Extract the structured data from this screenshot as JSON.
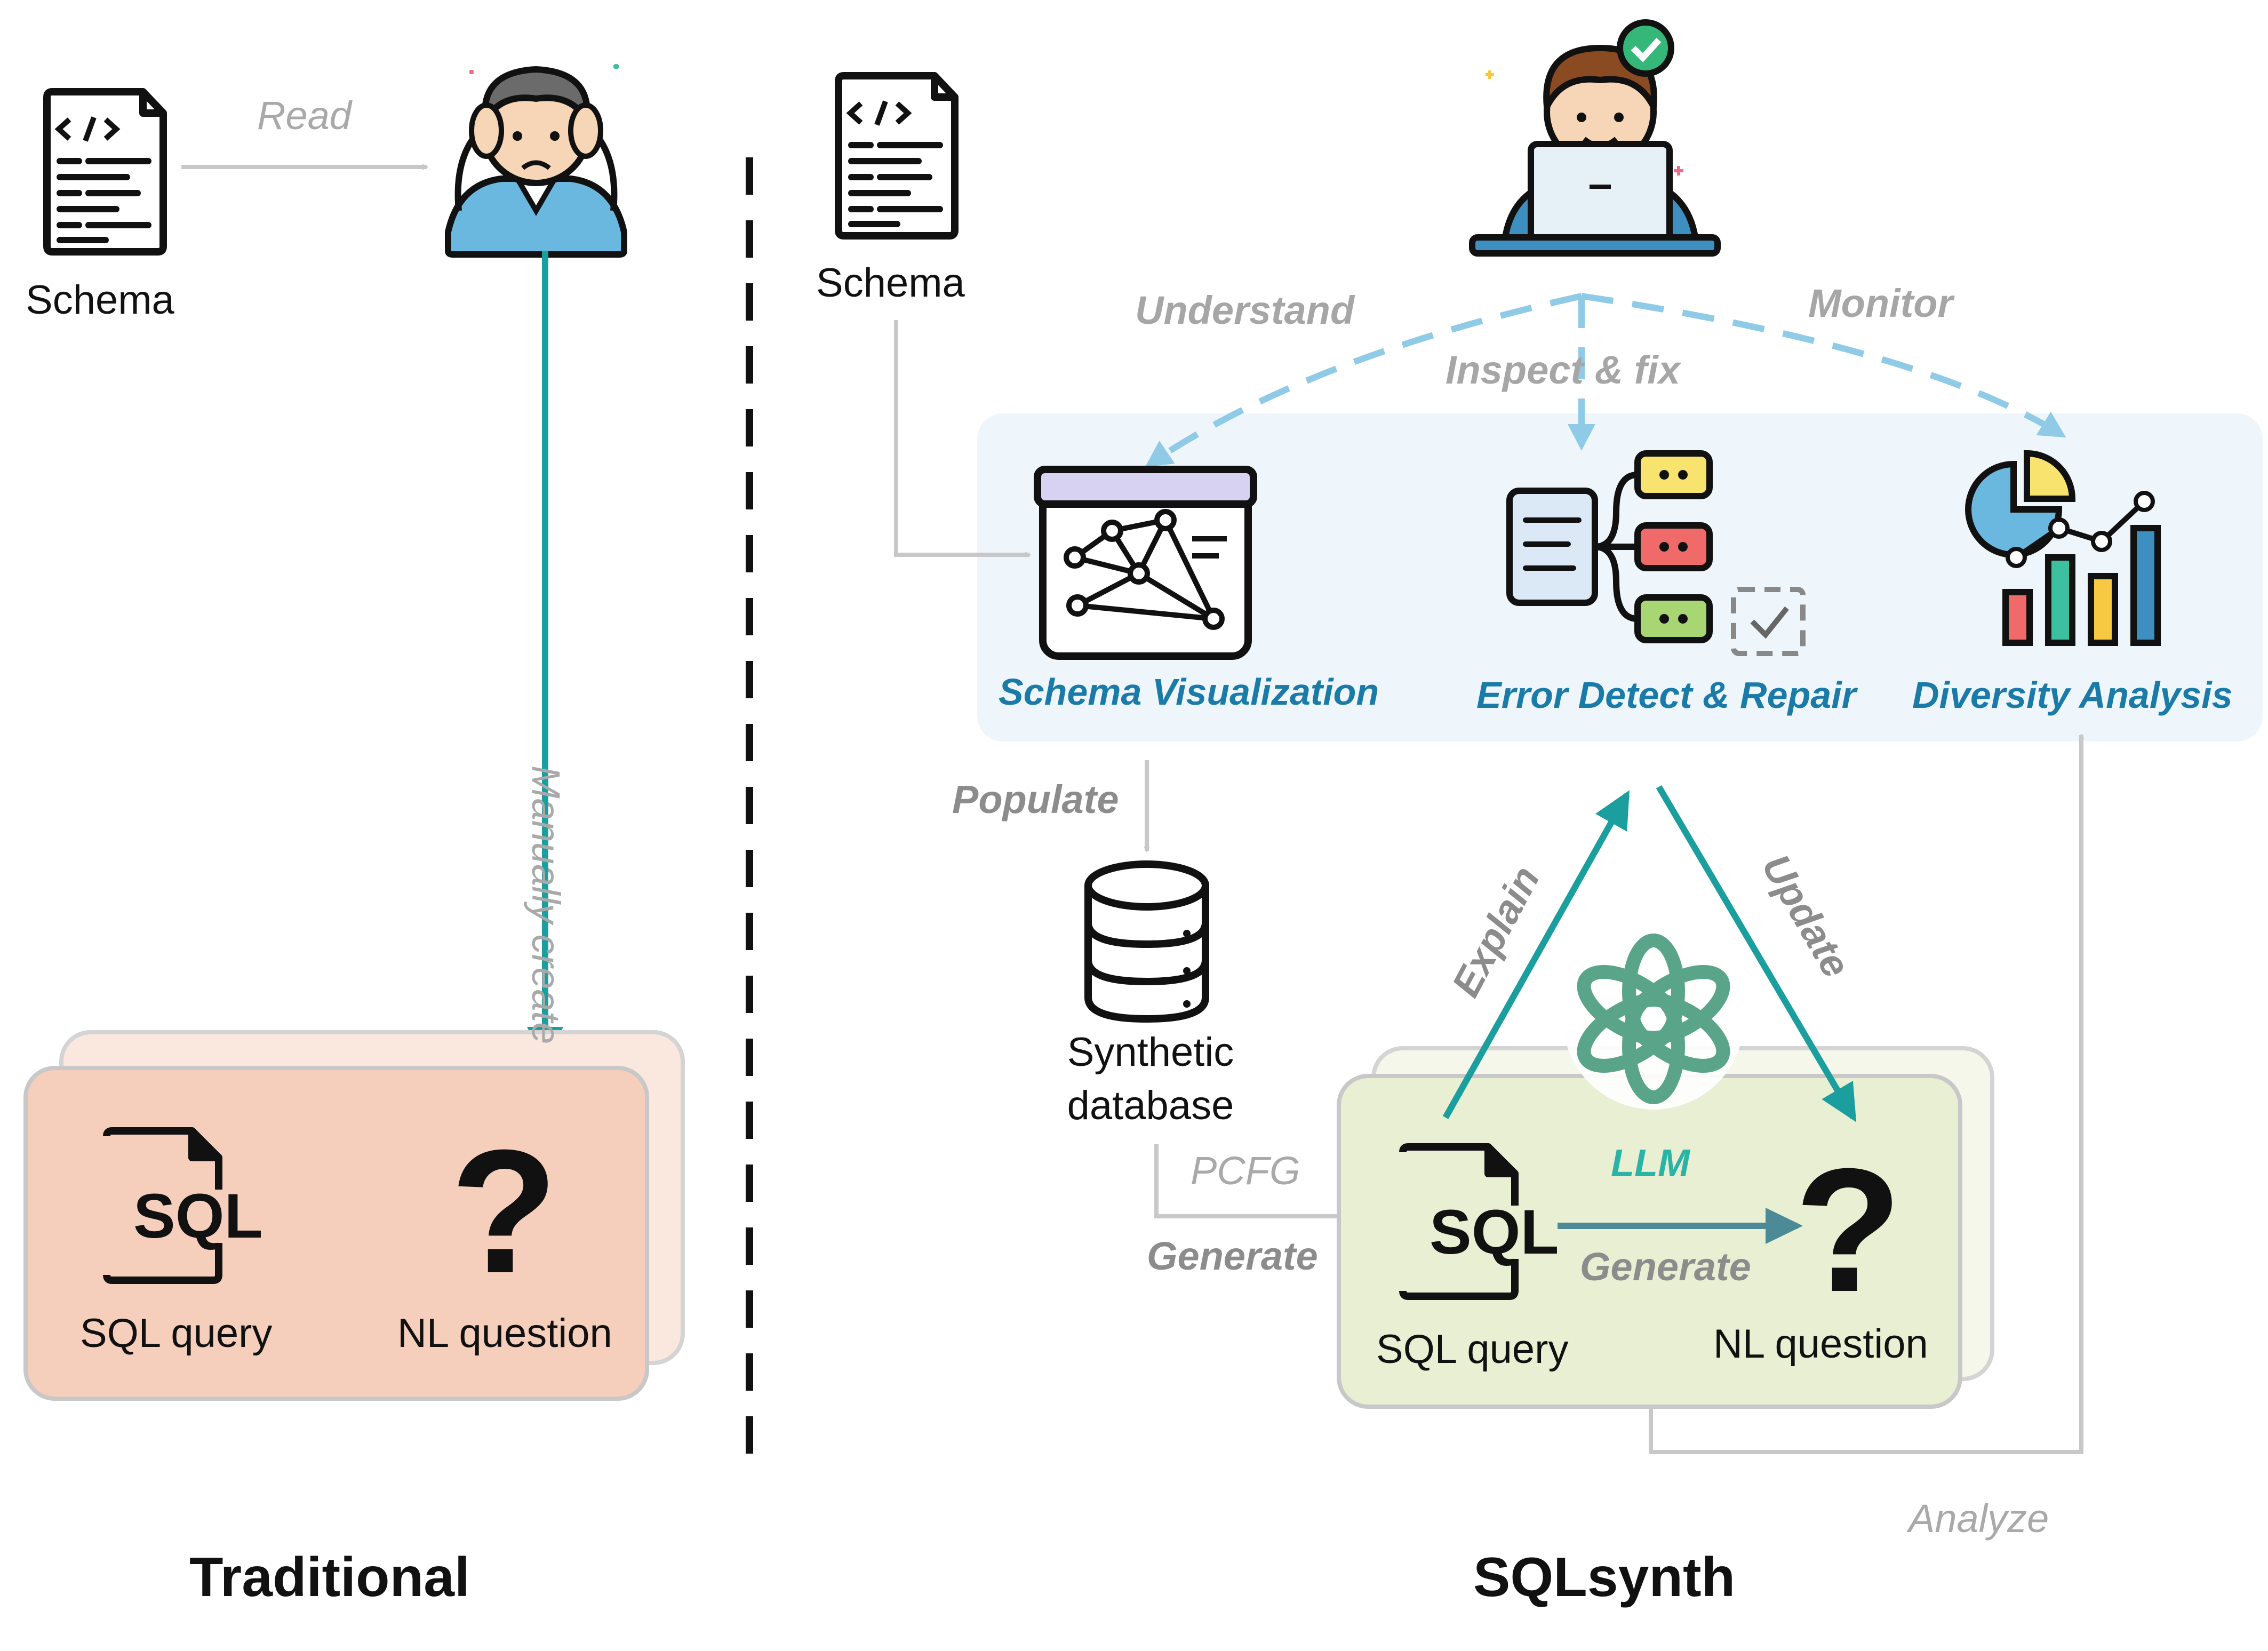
{
  "traditional": {
    "title": "Traditional",
    "schema_label": "Schema",
    "read_label": "Read",
    "manual_label": "Manually create",
    "sql_label": "SQL query",
    "nl_label": "NL question",
    "sql_icon_text": "SQL",
    "question_glyph": "?"
  },
  "sqlsynth": {
    "title": "SQLsynth",
    "schema_label": "Schema",
    "understand_label": "Understand",
    "inspect_label": "Inspect & fix",
    "monitor_label": "Monitor",
    "modules": [
      {
        "label": "Schema Visualization",
        "icon": "graph-board-icon"
      },
      {
        "label": "Error Detect & Repair",
        "icon": "tree-check-icon"
      },
      {
        "label": "Diversity Analysis",
        "icon": "bar-pie-chart-icon"
      }
    ],
    "populate_label": "Populate",
    "database_label_line1": "Synthetic",
    "database_label_line2": "database",
    "pcfg_label": "PCFG",
    "generate_sql_label": "Generate",
    "explain_label": "Explain",
    "update_label": "Update",
    "llm_label": "LLM",
    "generate_nl_label": "Generate",
    "sql_label": "SQL query",
    "nl_label": "NL question",
    "sql_icon_text": "SQL",
    "question_glyph": "?",
    "analyze_label": "Analyze"
  },
  "colors": {
    "teal": "#1a9e9e",
    "dashed_blue": "#8fcbe6",
    "panel_blue": "#eef6fc",
    "trad_box": "#f5cfbb",
    "trad_box_back": "#fae8df",
    "synth_box": "#e8efd3",
    "synth_box_back": "#f5f7ea",
    "module_text": "#1a7aa8"
  }
}
